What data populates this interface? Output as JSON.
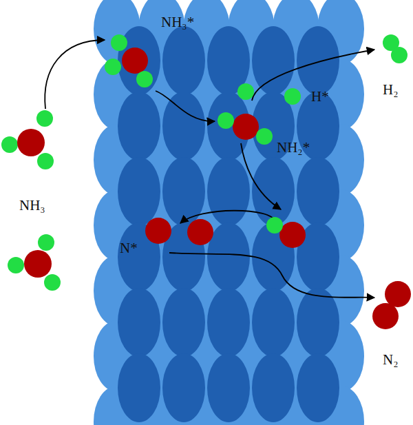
{
  "diagram": {
    "labels": [
      "NH₃*",
      "H₂",
      "H*",
      "NH₂*",
      "NH₃",
      "N*",
      "N₂"
    ]
  }
}
